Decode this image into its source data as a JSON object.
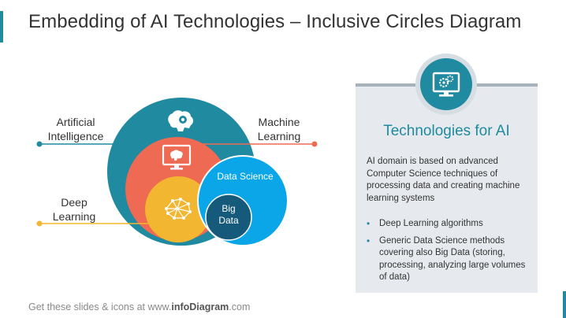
{
  "title": "Embedding of AI Technologies – Inclusive Circles Diagram",
  "diagram": {
    "labels": {
      "artificial_intelligence": "Artificial\nIntelligence",
      "machine_learning": "Machine\nLearning",
      "deep_learning": "Deep\nLearning"
    },
    "inner": {
      "data_science": "Data Science",
      "big_data": "Big\nData"
    },
    "colors": {
      "ai": "#1f8aa0",
      "ml": "#ee6a52",
      "dl": "#f2b630",
      "ds": "#0aa6e8",
      "bd": "#155a7a",
      "line_ml": "#ee6a52",
      "line_dl": "#f2b630",
      "line_ai": "#1f8aa0"
    },
    "icons": {
      "ai": "brain-gear-icon",
      "ml": "monitor-brain-icon",
      "dl": "neural-network-icon"
    }
  },
  "panel": {
    "icon": "monitor-gears-icon",
    "title": "Technologies for AI",
    "body": "AI domain is based on advanced Computer Science techniques of processing data and creating machine learning systems",
    "bullets": [
      "Deep Learning algorithms",
      "Generic Data Science methods covering also Big Data (storing, processing, analyzing large volumes of data)"
    ]
  },
  "footer": {
    "prefix": "Get these slides & icons at www.",
    "brand": "infoDiagram",
    "suffix": ".com"
  }
}
